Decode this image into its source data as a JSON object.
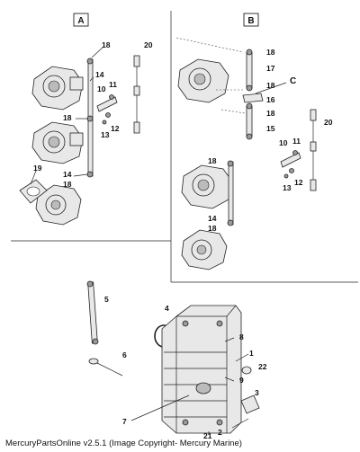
{
  "panels": {
    "a_label": "A",
    "b_label": "B",
    "c_label": "C"
  },
  "callouts": {
    "a": [
      "18",
      "20",
      "14",
      "10",
      "11",
      "18",
      "13",
      "12",
      "19",
      "14",
      "18"
    ],
    "b": [
      "18",
      "17",
      "18",
      "16",
      "18",
      "15",
      "20",
      "10",
      "11",
      "13",
      "12",
      "18",
      "14",
      "18"
    ],
    "bottom": [
      "5",
      "4",
      "8",
      "1",
      "22",
      "9",
      "3",
      "6",
      "7",
      "21",
      "2"
    ]
  },
  "footer": {
    "text": "MercuryPartsOnline v2.5.1 (Image Copyright- Mercury Marine)"
  }
}
